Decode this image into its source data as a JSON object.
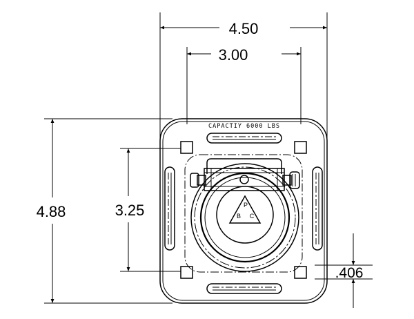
{
  "drawing": {
    "plate_label": "CAPACTIY 6000 LBS",
    "logo_letters": [
      "P",
      "B",
      "C"
    ]
  },
  "dimensions": {
    "overall_width": "4.50",
    "hole_spacing_width": "3.00",
    "overall_height": "4.88",
    "hole_spacing_height": "3.25",
    "edge_offset": ".406"
  }
}
